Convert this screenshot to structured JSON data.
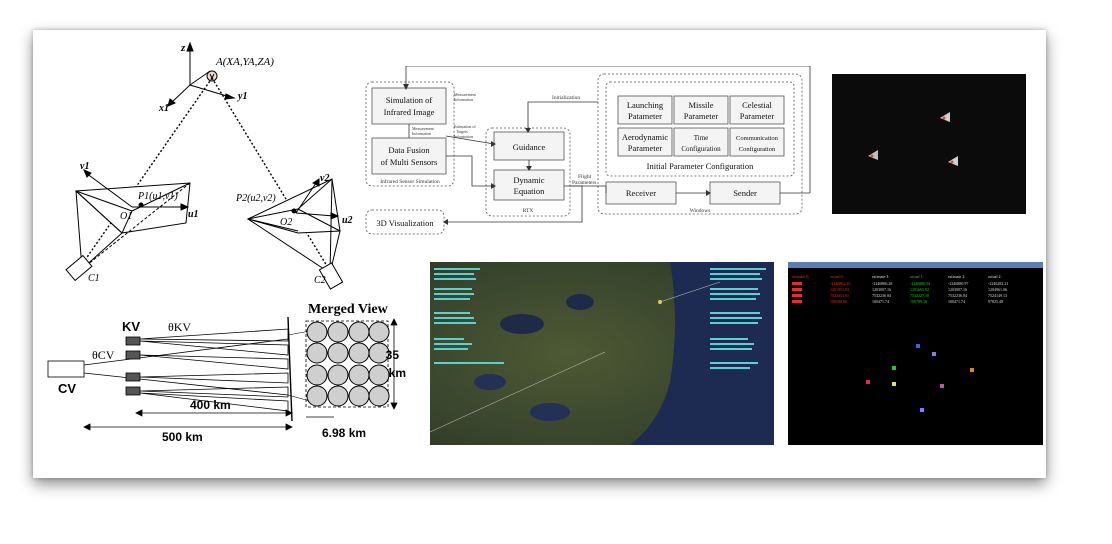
{
  "geometry": {
    "target_label": "A(XA,YA,ZA)",
    "axis_z": "z",
    "axis_x": "x1",
    "axis_y": "y1",
    "cam1": {
      "v": "v1",
      "u": "u1",
      "point": "P1(u1,v1)",
      "origin": "O1",
      "center": "C1"
    },
    "cam2": {
      "v": "v2",
      "u": "u2",
      "point": "P2(u2,v2)",
      "origin": "O2",
      "center": "C2"
    }
  },
  "kv_diagram": {
    "kv_label": "KV",
    "theta_kv": "θKV",
    "theta_cv": "θCV",
    "cv_label": "CV",
    "dist_400": "400 km",
    "dist_500": "500 km",
    "merged_title": "Merged View",
    "size_35": "35",
    "size_km": "km",
    "size_698": "6.98 km"
  },
  "architecture": {
    "sim_ir": [
      "Simulation of",
      "Infrared Image"
    ],
    "data_fusion": [
      "Data Fusion",
      "of Multi Sensors"
    ],
    "sensor_sim_label": "Infrared Sensor Simulation",
    "guidance": "Guidance",
    "dynamic_eq": [
      "Dynamic",
      "Equation"
    ],
    "rtx": "RTX",
    "initialization": "Initialization",
    "flight_params": [
      "Flight",
      "Parameters"
    ],
    "launching": [
      "Launching",
      "Patameter"
    ],
    "missile": [
      "Missile",
      "Parameter"
    ],
    "celestial": [
      "Celestial",
      "Parameter"
    ],
    "aerodynamic": [
      "Aerodynamic",
      "Parameter"
    ],
    "time_config": [
      "Time",
      "Configuration"
    ],
    "comm_config": [
      "Communication",
      "Configuration"
    ],
    "init_param_config": "Initial Parameter Configuration",
    "receiver": "Receiver",
    "sender": "Sender",
    "windows": "Windows",
    "visualization": "3D Visualization",
    "meas_info": [
      "Measurement",
      "Information"
    ],
    "est_targets": [
      "Estimation of",
      "Targets",
      "Information"
    ]
  },
  "tracking": {
    "headers": [
      "estimate 0:",
      "actual 0:",
      "estimate 1:",
      "actual 1:",
      "estimate 2:",
      "actual 2:"
    ],
    "rows": [
      [
        "-2246862.35",
        "-2246866.28",
        "-2246880.94",
        "-2246880.97",
        "-2246282.21"
      ],
      [
        "1201951.03",
        "1203007.16",
        "1201665.92",
        "1203007.16",
        "1204961.06"
      ],
      [
        "7522453.01",
        "7532236.84",
        "7532227.18",
        "7532236.84",
        "7524149.13"
      ],
      [
        "100580.96",
        "100471.74",
        "100789.16",
        "100471.74",
        "97825.40"
      ]
    ],
    "colors": {
      "red": "#e03030",
      "white": "#dddddd",
      "green": "#30c030"
    }
  },
  "colors": {
    "accent_pink": "#e0507a"
  }
}
